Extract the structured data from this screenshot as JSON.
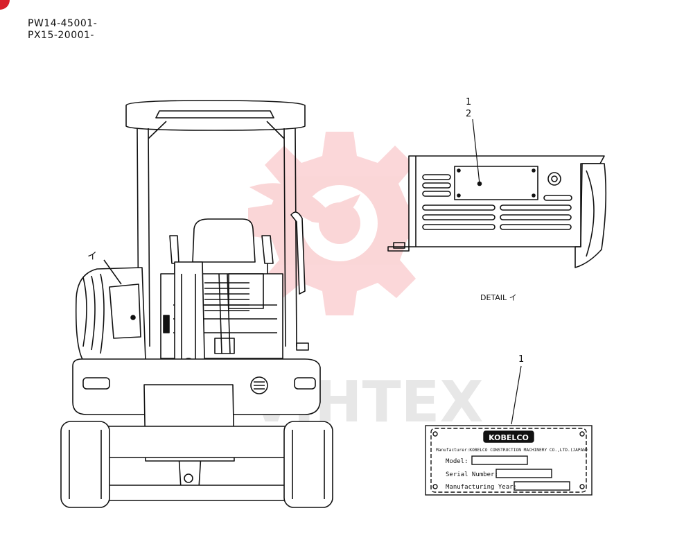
{
  "header": {
    "serial_line_1": "PW14-45001-",
    "serial_line_2": "PX15-20001-"
  },
  "callouts": {
    "detail_marker": "イ",
    "detail_label": "DETAIL イ",
    "detail_part_1": "1",
    "detail_part_2": "2",
    "plate_part": "1"
  },
  "nameplate": {
    "brand": "KOBELCO",
    "manufacturer_line": "Manufacturer:KOBELCO CONSTRUCTION MACHINERY CO.,LTD.(JAPAN)",
    "model_label": "Model:",
    "serial_label": "Serial Number:",
    "year_label": "Manufacturing Year:"
  },
  "watermark": {
    "text": "VIHTEX",
    "color": "#e8202a"
  }
}
